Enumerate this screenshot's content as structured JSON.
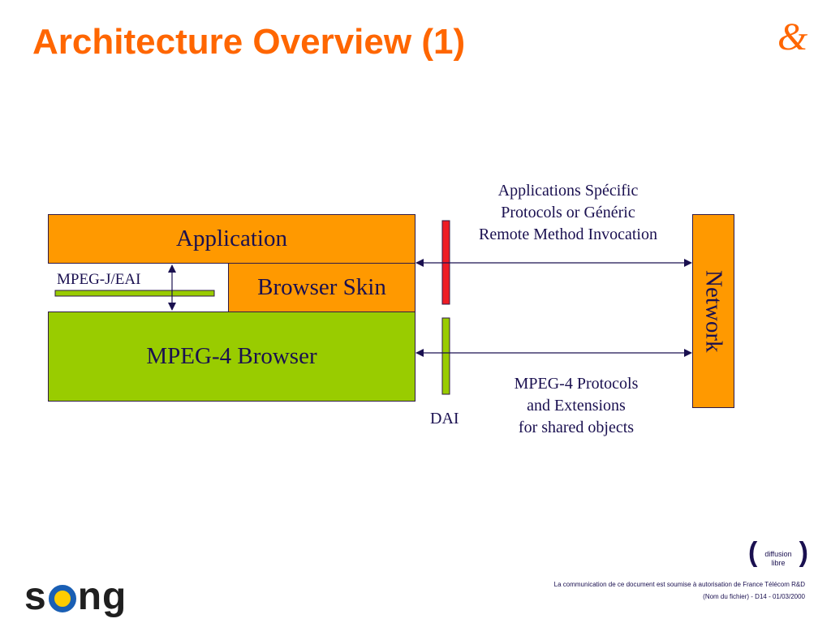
{
  "slide": {
    "title": "Architecture Overview (1)"
  },
  "diagram": {
    "application_label": "Application",
    "browser_skin_label": "Browser Skin",
    "mpeg4_browser_label": "MPEG-4 Browser",
    "network_label": "Network",
    "mpegj_eai_label": "MPEG-J/EAI",
    "dai_label": "DAI",
    "top_protocol_lines": [
      "Applications Spécific",
      "Protocols or Généric",
      "Remote Method Invocation"
    ],
    "bottom_protocol_lines": [
      "MPEG-4 Protocols",
      "and Extensions",
      "for shared objects"
    ]
  },
  "footer": {
    "diffusion_lines": [
      "diffusion",
      "libre"
    ],
    "notice": "La communication de ce document est soumise à autorisation de France Télécom R&D",
    "file_info": "(Nom du fichier)  - D14 - 01/03/2000",
    "logo_text": "song"
  },
  "colors": {
    "title": "#ff6600",
    "orange_box": "#ff9900",
    "green_box": "#99cc00",
    "red_bar": "#ee1c25",
    "text": "#1a1050"
  },
  "icons": {
    "brand_logo": "ampersand-logo-icon",
    "song_logo": "song-logo-icon"
  }
}
